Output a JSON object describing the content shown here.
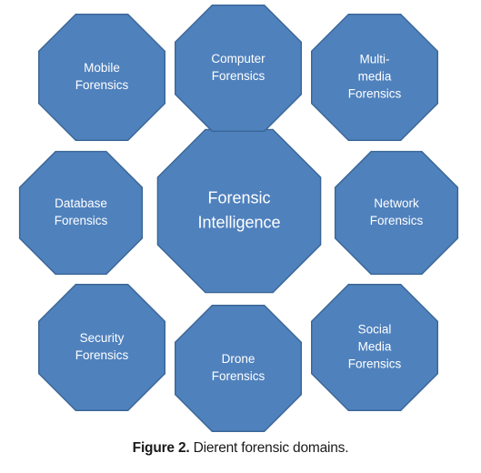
{
  "diagram": {
    "center": {
      "lines": [
        "Forensic",
        "Intelligence"
      ]
    },
    "domains": [
      {
        "id": "mobile",
        "lines": [
          "Mobile",
          "Forensics"
        ]
      },
      {
        "id": "computer",
        "lines": [
          "Computer",
          "Forensics"
        ]
      },
      {
        "id": "multimedia",
        "lines": [
          "Multi-",
          "media",
          "Forensics"
        ]
      },
      {
        "id": "database",
        "lines": [
          "Database",
          "Forensics"
        ]
      },
      {
        "id": "network",
        "lines": [
          "Network",
          "Forensics"
        ]
      },
      {
        "id": "security",
        "lines": [
          "Security",
          "Forensics"
        ]
      },
      {
        "id": "drone",
        "lines": [
          "Drone",
          "Forensics"
        ]
      },
      {
        "id": "social-media",
        "lines": [
          "Social",
          "Media",
          "Forensics"
        ]
      }
    ],
    "colors": {
      "fill": "#4f81bd",
      "stroke": "#3a6595",
      "text": "#ffffff"
    }
  },
  "caption": {
    "label": "Figure 2.",
    "text": "Dierent forensic domains."
  }
}
